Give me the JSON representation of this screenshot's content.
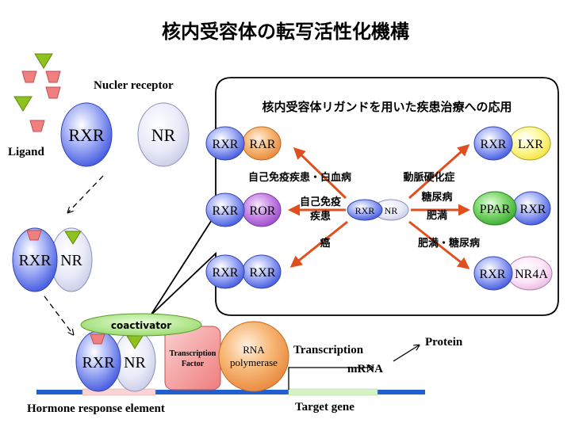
{
  "title": "核内受容体の転写活性化機構",
  "labels": {
    "nucler_receptor": "Nucler receptor",
    "ligand": "Ligand",
    "rxr": "RXR",
    "nr": "NR",
    "coactivator": "coactivator",
    "transcription_factor_1": "Transcription",
    "transcription_factor_2": "Factor",
    "rna_pol_1": "RNA",
    "rna_pol_2": "polymerase",
    "transcription": "Transcription",
    "protein": "Protein",
    "mrna": "mRNA",
    "hormone_response_element": "Hormone response element",
    "target_gene": "Target gene"
  },
  "callout": {
    "title": "核内受容体リガンドを用いた疾患治療への応用",
    "center_left": "RXR",
    "center_right": "NR",
    "partners": {
      "rar": "RAR",
      "ror": "ROR",
      "rxr": "RXR",
      "lxr": "LXR",
      "ppar": "PPAR",
      "nr4a": "NR4A"
    },
    "diseases": {
      "autoimmune_leukemia": "自己免疫疾患・白血病",
      "autoimmune_1": "自己免疫",
      "autoimmune_2": "疾患",
      "cancer": "癌",
      "arteriosclerosis": "動脈硬化症",
      "diabetes": "糖尿病",
      "obesity": "肥満",
      "obesity_diabetes": "肥満・糖尿病"
    }
  },
  "colors": {
    "rxr_blue": "#5b6fe8",
    "rar_orange": "#f2a05a",
    "ror_purple": "#b065d8",
    "lxr_yellow": "#fff36a",
    "ppar_green": "#54c44a",
    "nr4a_pink": "#f6d0f0",
    "coactivator_green": "#a6e07a",
    "tf_red": "#f28b8b",
    "dna_blue": "#1f5fd0",
    "arrow_red": "#e0501e",
    "ligand_pink": "#f08080",
    "ligand_green": "#8fc21f"
  }
}
